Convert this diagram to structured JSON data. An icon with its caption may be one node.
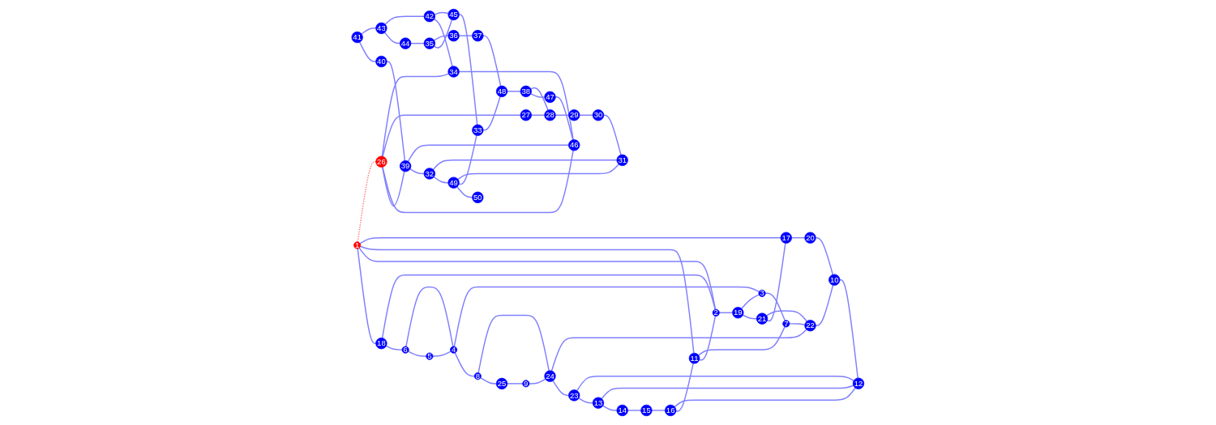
{
  "diagram": {
    "nodes": [
      {
        "text": [
          "1"
        ]
      },
      {
        "text": [
          "2"
        ]
      },
      {
        "text": [
          "3"
        ]
      },
      {
        "text": [
          "4"
        ]
      },
      {
        "text": [
          "5"
        ]
      },
      {
        "text": [
          "6"
        ]
      },
      {
        "text": [
          "7"
        ]
      },
      {
        "text": [
          "8"
        ]
      },
      {
        "text": [
          "9"
        ]
      },
      {
        "text": [
          "10"
        ]
      },
      {
        "text": [
          "11"
        ]
      },
      {
        "text": [
          "12"
        ]
      },
      {
        "text": [
          "13"
        ]
      },
      {
        "text": [
          "14"
        ]
      },
      {
        "text": [
          "15"
        ]
      },
      {
        "text": [
          "16"
        ]
      },
      {
        "text": [
          "17"
        ]
      },
      {
        "text": [
          "18"
        ]
      },
      {
        "text": [
          "19"
        ]
      },
      {
        "text": [
          "20"
        ]
      },
      {
        "text": [
          "21"
        ]
      },
      {
        "text": [
          "22"
        ]
      },
      {
        "text": [
          "23"
        ]
      },
      {
        "text": [
          "24"
        ]
      },
      {
        "text": [
          "25"
        ]
      },
      {
        "text": [
          "26"
        ]
      },
      {
        "text": [
          "27"
        ]
      },
      {
        "text": [
          "28"
        ]
      },
      {
        "text": [
          "29"
        ]
      },
      {
        "text": [
          "30"
        ]
      },
      {
        "text": [
          "31"
        ]
      },
      {
        "text": [
          "32"
        ]
      },
      {
        "text": [
          "33"
        ]
      },
      {
        "text": [
          "34"
        ]
      },
      {
        "text": [
          "35"
        ]
      },
      {
        "text": [
          "36"
        ]
      },
      {
        "text": [
          "37"
        ]
      },
      {
        "text": [
          "38"
        ]
      },
      {
        "text": [
          "39"
        ]
      },
      {
        "text": [
          "40"
        ]
      },
      {
        "text": [
          "41"
        ]
      },
      {
        "text": [
          "42"
        ]
      },
      {
        "text": [
          "43"
        ]
      },
      {
        "text": [
          "44"
        ]
      },
      {
        "text": [
          "45"
        ]
      },
      {
        "text": [
          "46"
        ]
      },
      {
        "text": [
          "47"
        ]
      },
      {
        "text": [
          "48"
        ]
      },
      {
        "text": [
          "49"
        ]
      },
      {
        "text": [
          "50"
        ]
      }
    ],
    "edges": [
      {
        "from": 0,
        "to": 17,
        "arrow": "none"
      },
      {
        "from": 0,
        "to": 1,
        "arrow": "none"
      },
      {
        "from": 0,
        "to": 10,
        "arrow": "none"
      },
      {
        "from": 0,
        "to": 16,
        "arrow": "none"
      },
      {
        "from": 17,
        "to": 5,
        "arrow": "none"
      },
      {
        "from": 5,
        "to": 4,
        "arrow": "none"
      },
      {
        "from": 4,
        "to": 3,
        "arrow": "none"
      },
      {
        "from": 5,
        "to": 3,
        "arrow": "none"
      },
      {
        "from": 3,
        "to": 7,
        "arrow": "none"
      },
      {
        "from": 7,
        "to": 24,
        "arrow": "none"
      },
      {
        "from": 24,
        "to": 8,
        "arrow": "none"
      },
      {
        "from": 3,
        "to": 2,
        "arrow": "none"
      },
      {
        "from": 2,
        "to": 6,
        "arrow": "none"
      },
      {
        "from": 6,
        "to": 21,
        "arrow": "none"
      },
      {
        "from": 7,
        "to": 23,
        "arrow": "none"
      },
      {
        "from": 8,
        "to": 23,
        "arrow": "none"
      },
      {
        "from": 21,
        "to": 23,
        "arrow": "none"
      },
      {
        "from": 21,
        "to": 9,
        "arrow": "none"
      },
      {
        "from": 9,
        "to": 11,
        "arrow": "none"
      },
      {
        "from": 11,
        "to": 22,
        "arrow": "none"
      },
      {
        "from": 22,
        "to": 12,
        "arrow": "none"
      },
      {
        "from": 11,
        "to": 12,
        "arrow": "none"
      },
      {
        "from": 12,
        "to": 13,
        "arrow": "none"
      },
      {
        "from": 13,
        "to": 14,
        "arrow": "none"
      },
      {
        "from": 14,
        "to": 15,
        "arrow": "none"
      },
      {
        "from": 15,
        "to": 10,
        "arrow": "none"
      },
      {
        "from": 10,
        "to": 1,
        "arrow": "none"
      },
      {
        "from": 1,
        "to": 17,
        "arrow": "none"
      },
      {
        "from": 18,
        "to": 20,
        "arrow": "none"
      },
      {
        "from": 20,
        "to": 16,
        "arrow": "none"
      },
      {
        "from": 16,
        "to": 19,
        "arrow": "none"
      },
      {
        "from": 19,
        "to": 9,
        "arrow": "none"
      },
      {
        "from": 18,
        "to": 2,
        "arrow": "none"
      },
      {
        "from": 6,
        "to": 10,
        "arrow": "none"
      },
      {
        "from": 20,
        "to": 21,
        "arrow": "none"
      },
      {
        "from": 11,
        "to": 15,
        "arrow": "none"
      },
      {
        "from": 1,
        "to": 18,
        "arrow": "none"
      },
      {
        "from": 23,
        "to": 22,
        "arrow": "none"
      },
      {
        "from": 0,
        "to": 25,
        "arrow": "none",
        "style": "dashed",
        "color": "#ff8080"
      },
      {
        "from": 25,
        "to": 38,
        "arrow": "none"
      },
      {
        "from": 25,
        "to": 45,
        "arrow": "none"
      },
      {
        "from": 25,
        "to": 26,
        "arrow": "none"
      },
      {
        "from": 25,
        "to": 33,
        "arrow": "none"
      },
      {
        "from": 39,
        "to": 38,
        "arrow": "none"
      },
      {
        "from": 40,
        "to": 39,
        "arrow": "none"
      },
      {
        "from": 40,
        "to": 42,
        "arrow": "none"
      },
      {
        "from": 42,
        "to": 43,
        "arrow": "none"
      },
      {
        "from": 43,
        "to": 34,
        "arrow": "none"
      },
      {
        "from": 42,
        "to": 41,
        "arrow": "none"
      },
      {
        "from": 41,
        "to": 33,
        "arrow": "none"
      },
      {
        "from": 41,
        "to": 44,
        "arrow": "none"
      },
      {
        "from": 33,
        "to": 45,
        "arrow": "none"
      },
      {
        "from": 34,
        "to": 44,
        "arrow": "none"
      },
      {
        "from": 34,
        "to": 35,
        "arrow": "none"
      },
      {
        "from": 35,
        "to": 36,
        "arrow": "none"
      },
      {
        "from": 36,
        "to": 47,
        "arrow": "none"
      },
      {
        "from": 44,
        "to": 32,
        "arrow": "none"
      },
      {
        "from": 32,
        "to": 47,
        "arrow": "none"
      },
      {
        "from": 47,
        "to": 37,
        "arrow": "none"
      },
      {
        "from": 37,
        "to": 46,
        "arrow": "none"
      },
      {
        "from": 46,
        "to": 45,
        "arrow": "none"
      },
      {
        "from": 45,
        "to": 38,
        "arrow": "none"
      },
      {
        "from": 38,
        "to": 31,
        "arrow": "none"
      },
      {
        "from": 37,
        "to": 27,
        "arrow": "none"
      },
      {
        "from": 26,
        "to": 27,
        "arrow": "none"
      },
      {
        "from": 27,
        "to": 28,
        "arrow": "none"
      },
      {
        "from": 28,
        "to": 29,
        "arrow": "none"
      },
      {
        "from": 29,
        "to": 30,
        "arrow": "none"
      },
      {
        "from": 30,
        "to": 31,
        "arrow": "none"
      },
      {
        "from": 31,
        "to": 48,
        "arrow": "none"
      },
      {
        "from": 48,
        "to": 49,
        "arrow": "none"
      },
      {
        "from": 48,
        "to": 32,
        "arrow": "none"
      },
      {
        "from": 30,
        "to": 48,
        "arrow": "none"
      }
    ]
  }
}
